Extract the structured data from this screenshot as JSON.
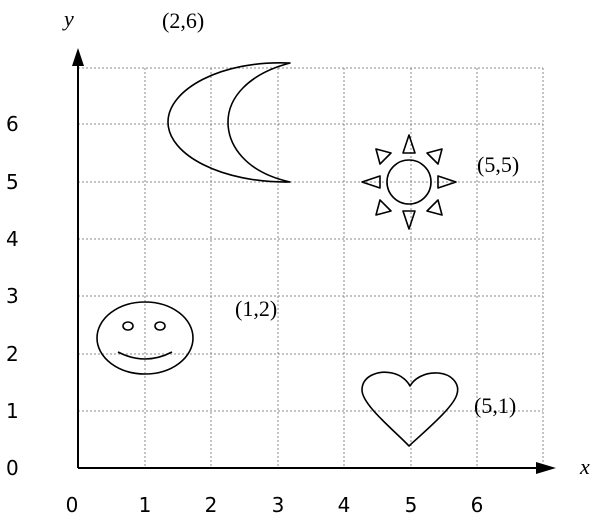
{
  "axes": {
    "x_name": "x",
    "y_name": "y",
    "x_ticks": [
      "0",
      "1",
      "2",
      "3",
      "4",
      "5",
      "6"
    ],
    "y_ticks": [
      "0",
      "1",
      "2",
      "3",
      "4",
      "5",
      "6"
    ],
    "grid": true
  },
  "shapes": [
    {
      "name": "moon",
      "icon": "moon-icon",
      "label": "(2,6)"
    },
    {
      "name": "sun",
      "icon": "sun-icon",
      "label": "(5,5)"
    },
    {
      "name": "smiley",
      "icon": "smiley-face-icon",
      "label": "(1,2)"
    },
    {
      "name": "heart",
      "icon": "heart-icon",
      "label": "(5,1)"
    }
  ],
  "colors": {
    "line": "#000000",
    "grid": "#8a8a8a",
    "background": "#ffffff"
  }
}
